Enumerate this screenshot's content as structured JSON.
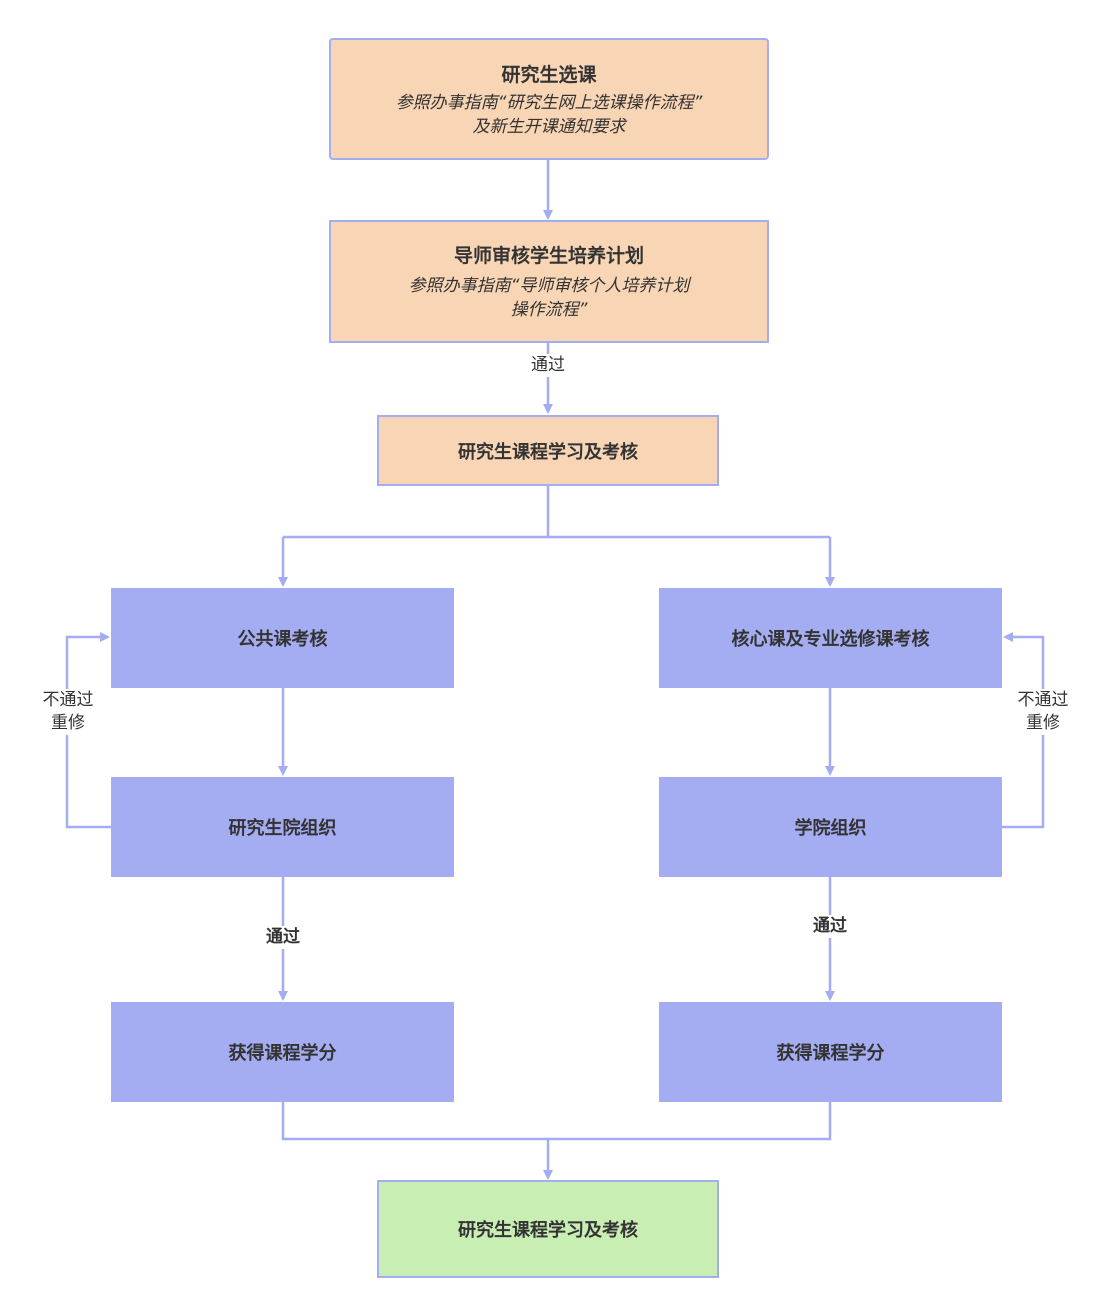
{
  "nodes": {
    "course_selection": {
      "title": "研究生选课",
      "line1": "参照办事指南“研究生网上选课操作流程”",
      "line2": "及新生开课通知要求"
    },
    "plan_review": {
      "title": "导师审核学生培养计划",
      "line1": "参照办事指南“导师审核个人培养计划",
      "line2": "操作流程”"
    },
    "course_study": {
      "title": "研究生课程学习及考核"
    },
    "public_exam": {
      "title": "公共课考核"
    },
    "core_exam": {
      "title": "核心课及专业选修课考核"
    },
    "grad_school_org": {
      "title": "研究生院组织"
    },
    "college_org": {
      "title": "学院组织"
    },
    "credits_left": {
      "title": "获得课程学分"
    },
    "credits_right": {
      "title": "获得课程学分"
    },
    "final": {
      "title": "研究生课程学习及考核"
    }
  },
  "labels": {
    "pass_review": "通过",
    "pass_left": "通过",
    "pass_right": "通过",
    "fail_left_1": "不通过",
    "fail_left_2": "重修",
    "fail_right_1": "不通过",
    "fail_right_2": "重修"
  },
  "colors": {
    "connector": "#a4acf2",
    "peach": "#f8d5b5",
    "blue": "#a4acf2",
    "green": "#c9eeb3"
  }
}
